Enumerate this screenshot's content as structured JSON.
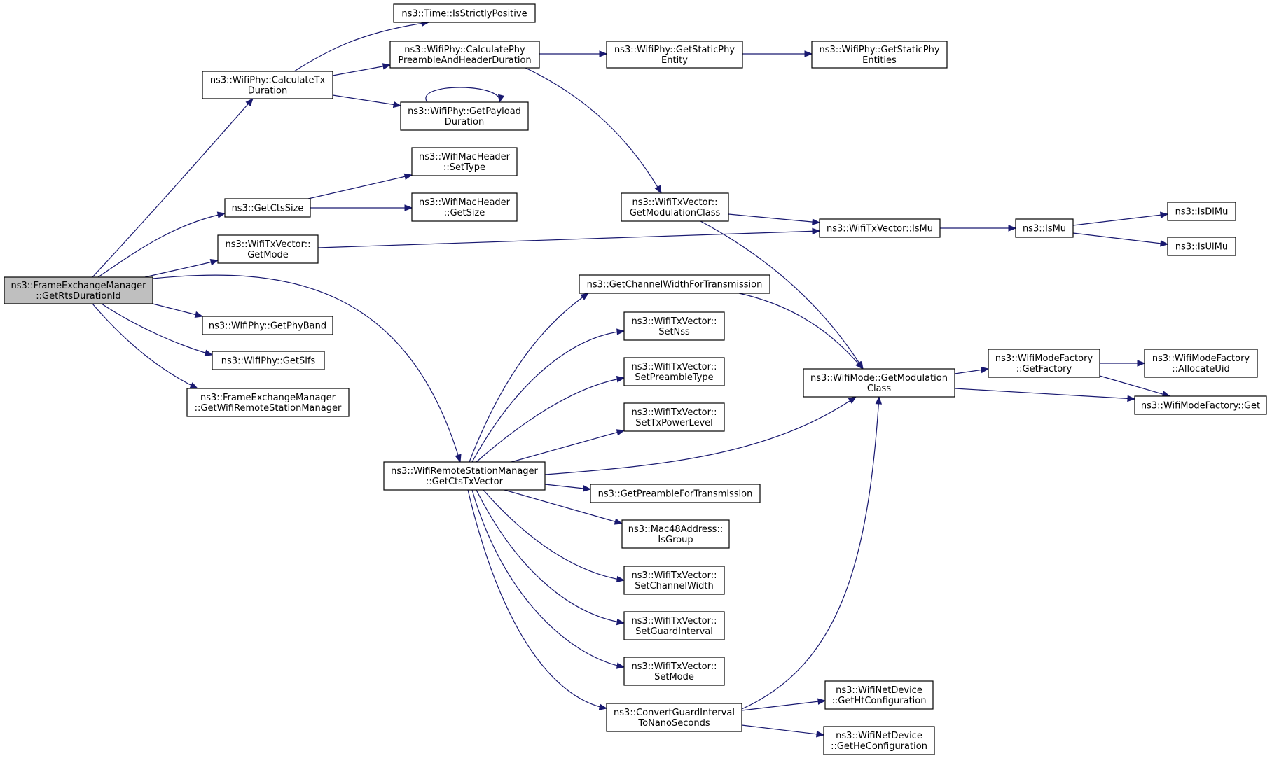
{
  "graph": {
    "colors": {
      "edge": "#191970",
      "root_fill": "#bfbfbf",
      "node_fill": "#ffffff",
      "border": "#000000"
    },
    "nodes": [
      {
        "id": "root",
        "lines": [
          "ns3::FrameExchangeManager",
          "::GetRtsDurationId"
        ],
        "root": true
      },
      {
        "id": "calcTx",
        "lines": [
          "ns3::WifiPhy::CalculateTx",
          "Duration"
        ]
      },
      {
        "id": "isStrictly",
        "lines": [
          "ns3::Time::IsStrictlyPositive"
        ]
      },
      {
        "id": "calcPre",
        "lines": [
          "ns3::WifiPhy::CalculatePhy",
          "PreambleAndHeaderDuration"
        ]
      },
      {
        "id": "staticEnt",
        "lines": [
          "ns3::WifiPhy::GetStaticPhy",
          "Entity"
        ]
      },
      {
        "id": "staticEnts",
        "lines": [
          "ns3::WifiPhy::GetStaticPhy",
          "Entities"
        ]
      },
      {
        "id": "payload",
        "lines": [
          "ns3::WifiPhy::GetPayload",
          "Duration"
        ]
      },
      {
        "id": "setType",
        "lines": [
          "ns3::WifiMacHeader",
          "::SetType"
        ]
      },
      {
        "id": "getSize",
        "lines": [
          "ns3::WifiMacHeader",
          "::GetSize"
        ]
      },
      {
        "id": "ctsSize",
        "lines": [
          "ns3::GetCtsSize"
        ]
      },
      {
        "id": "getMode",
        "lines": [
          "ns3::WifiTxVector::",
          "GetMode"
        ]
      },
      {
        "id": "modClass",
        "lines": [
          "ns3::WifiTxVector::",
          "GetModulationClass"
        ]
      },
      {
        "id": "txIsMu",
        "lines": [
          "ns3::WifiTxVector::IsMu"
        ]
      },
      {
        "id": "isMu",
        "lines": [
          "ns3::IsMu"
        ]
      },
      {
        "id": "isDl",
        "lines": [
          "ns3::IsDlMu"
        ]
      },
      {
        "id": "isUl",
        "lines": [
          "ns3::IsUlMu"
        ]
      },
      {
        "id": "phyBand",
        "lines": [
          "ns3::WifiPhy::GetPhyBand"
        ]
      },
      {
        "id": "sifs",
        "lines": [
          "ns3::WifiPhy::GetSifs"
        ]
      },
      {
        "id": "remoteMgr",
        "lines": [
          "ns3::FrameExchangeManager",
          "::GetWifiRemoteStationManager"
        ]
      },
      {
        "id": "ctsTx",
        "lines": [
          "ns3::WifiRemoteStationManager",
          "::GetCtsTxVector"
        ]
      },
      {
        "id": "chWidth",
        "lines": [
          "ns3::GetChannelWidthForTransmission"
        ]
      },
      {
        "id": "setNss",
        "lines": [
          "ns3::WifiTxVector::",
          "SetNss"
        ]
      },
      {
        "id": "setPre",
        "lines": [
          "ns3::WifiTxVector::",
          "SetPreambleType"
        ]
      },
      {
        "id": "setPow",
        "lines": [
          "ns3::WifiTxVector::",
          "SetTxPowerLevel"
        ]
      },
      {
        "id": "preTx",
        "lines": [
          "ns3::GetPreambleForTransmission"
        ]
      },
      {
        "id": "isGroup",
        "lines": [
          "ns3::Mac48Address::",
          "IsGroup"
        ]
      },
      {
        "id": "setChW",
        "lines": [
          "ns3::WifiTxVector::",
          "SetChannelWidth"
        ]
      },
      {
        "id": "setGI",
        "lines": [
          "ns3::WifiTxVector::",
          "SetGuardInterval"
        ]
      },
      {
        "id": "setMode",
        "lines": [
          "ns3::WifiTxVector::",
          "SetMode"
        ]
      },
      {
        "id": "convGI",
        "lines": [
          "ns3::ConvertGuardInterval",
          "ToNanoSeconds"
        ]
      },
      {
        "id": "htConf",
        "lines": [
          "ns3::WifiNetDevice",
          "::GetHtConfiguration"
        ]
      },
      {
        "id": "heConf",
        "lines": [
          "ns3::WifiNetDevice",
          "::GetHeConfiguration"
        ]
      },
      {
        "id": "modeMod",
        "lines": [
          "ns3::WifiMode::GetModulation",
          "Class"
        ]
      },
      {
        "id": "factory",
        "lines": [
          "ns3::WifiModeFactory",
          "::GetFactory"
        ]
      },
      {
        "id": "allocUid",
        "lines": [
          "ns3::WifiModeFactory",
          "::AllocateUid"
        ]
      },
      {
        "id": "factGet",
        "lines": [
          "ns3::WifiModeFactory::Get"
        ]
      }
    ]
  }
}
